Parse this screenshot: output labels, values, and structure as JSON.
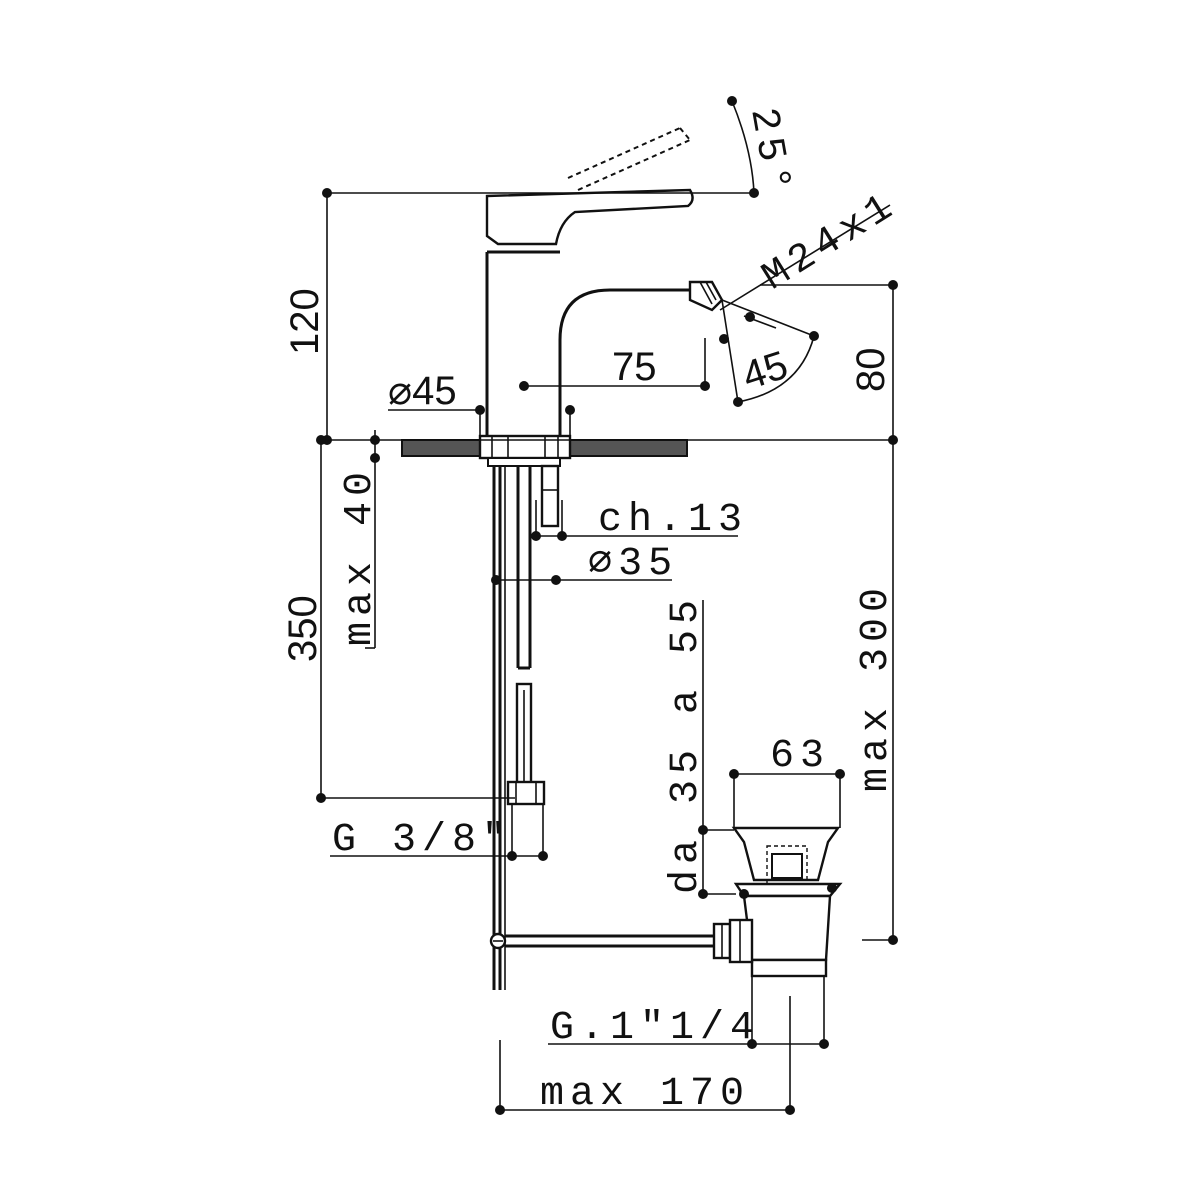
{
  "dimensions": {
    "height_total": "120",
    "angle_lever": "25°",
    "thread": "M24x1",
    "spray_angle": "45",
    "spout_reach": "75",
    "spout_height": "80",
    "hole_diameter": "⌀45",
    "deck_thickness": "max 40",
    "hose_length": "350",
    "wrench_size": "ch.13",
    "shank_diameter": "⌀35",
    "connection_thread": "G 3/8\"",
    "waste_range": "da 35 a 55",
    "waste_width": "63",
    "waste_depth": "max 300",
    "waste_thread": "G.1\"1/4",
    "rod_length": "max 170"
  }
}
